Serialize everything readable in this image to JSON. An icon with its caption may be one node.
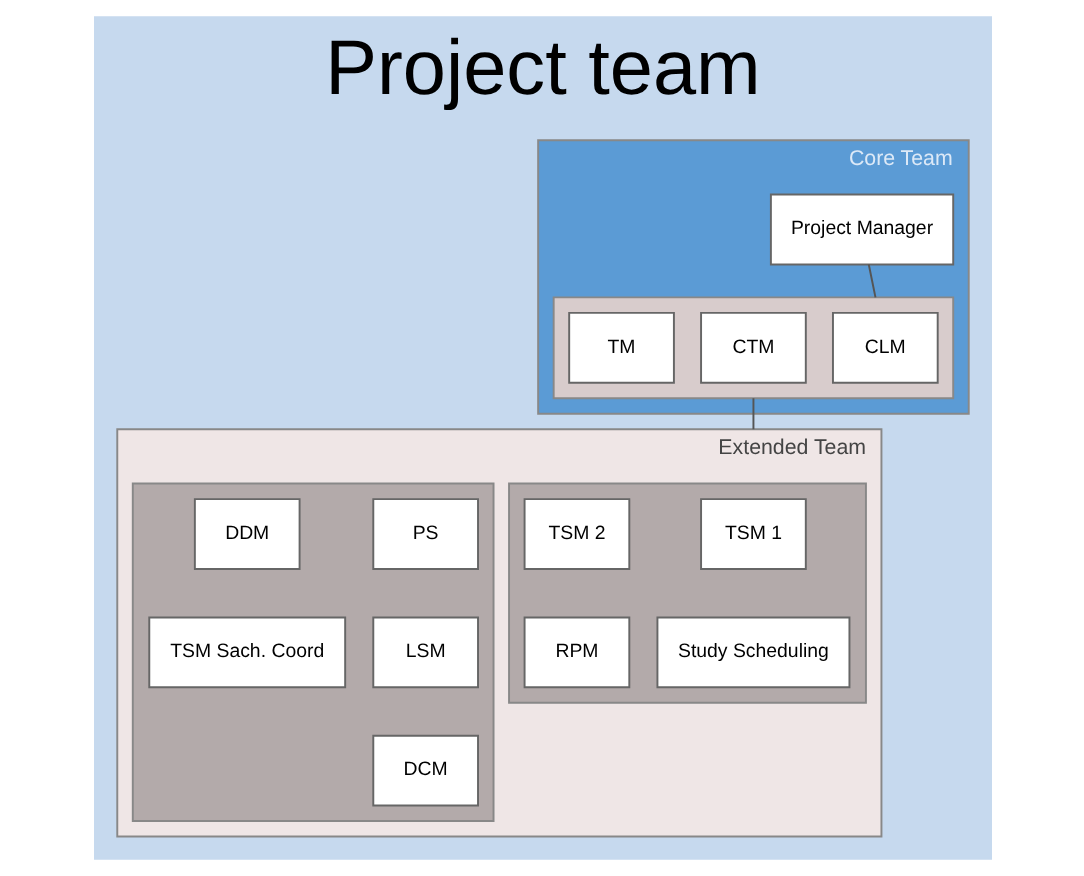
{
  "diagram": {
    "title": "Project team",
    "nodes": [
      {
        "text": [
          "Core Team"
        ]
      },
      {
        "text": [
          "Project Manager"
        ],
        "in": 0
      },
      {
        "text": [],
        "shape": "box",
        "in": 0
      },
      {
        "text": [
          "CLM"
        ],
        "in": 2
      },
      {
        "text": [
          "CTM"
        ],
        "in": 2
      },
      {
        "text": [
          "TM"
        ],
        "in": 2
      },
      {
        "text": [
          "Extended Team"
        ]
      },
      {
        "text": [],
        "shape": "box",
        "in": 6
      },
      {
        "text": [
          "TSM 1"
        ],
        "in": 7
      },
      {
        "text": [
          "TSM 2"
        ],
        "in": 7
      },
      {
        "text": [
          "RPM"
        ],
        "in": 7
      },
      {
        "text": [
          "Study Scheduling"
        ],
        "in": 7
      },
      {
        "text": [],
        "shape": "box",
        "in": 6
      },
      {
        "text": [
          "PS"
        ],
        "in": 12
      },
      {
        "text": [
          "DDM"
        ],
        "in": 12
      },
      {
        "text": [
          "LSM"
        ],
        "in": 12
      },
      {
        "text": [
          "TSM Sach. Coord"
        ],
        "in": 12
      },
      {
        "text": [
          "DCM"
        ],
        "in": 12
      }
    ],
    "edges": [
      {
        "from": 1,
        "to": 2,
        "arrow": "none"
      },
      {
        "from": 2,
        "to": 6,
        "arrow": "none"
      }
    ]
  }
}
